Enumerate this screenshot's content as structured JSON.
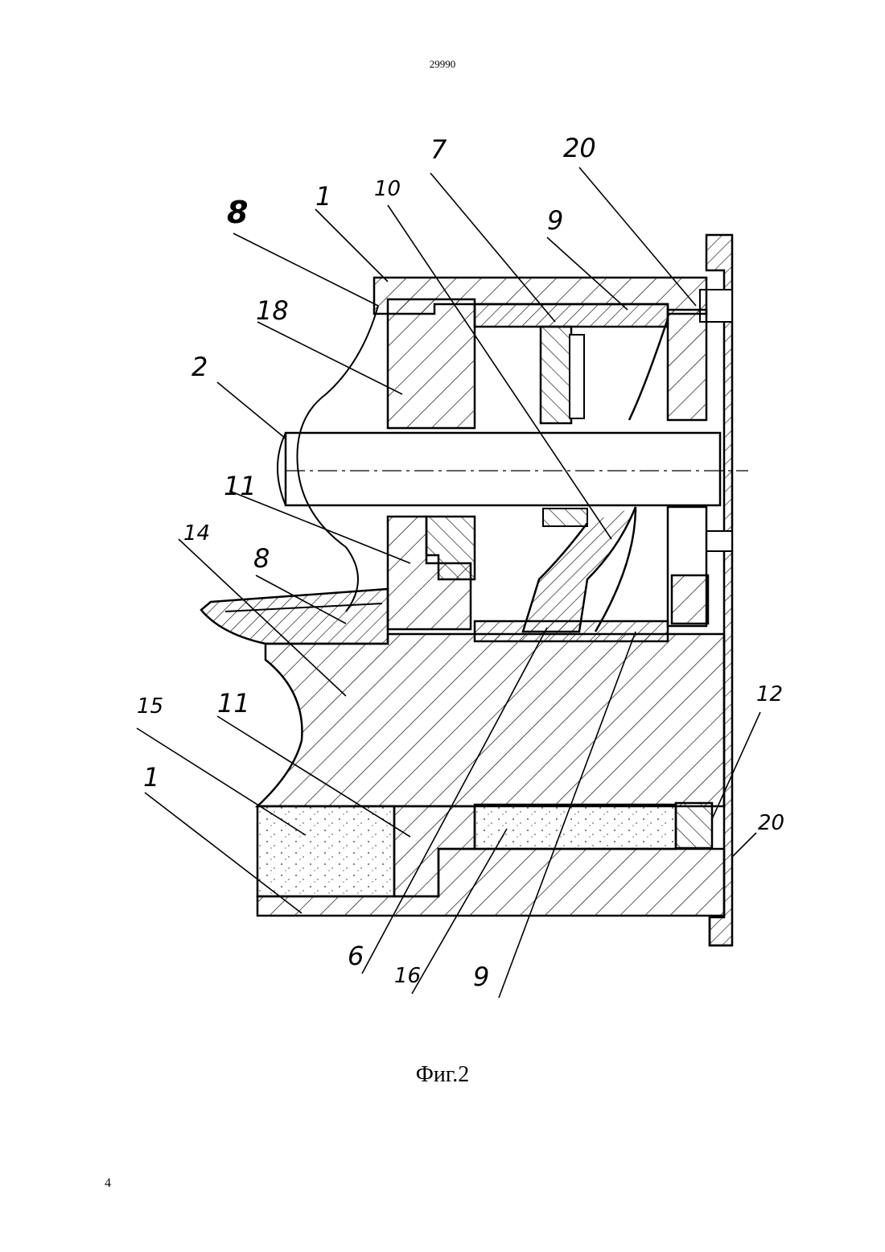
{
  "document": {
    "number": "29990",
    "page_number": "4",
    "figure_caption": "Фиг.2"
  },
  "figure": {
    "callouts": [
      {
        "id": "c8a",
        "label": "8",
        "style": "bold"
      },
      {
        "id": "c1a",
        "label": "1"
      },
      {
        "id": "c10",
        "label": "10",
        "style": "small"
      },
      {
        "id": "c7",
        "label": "7"
      },
      {
        "id": "c20a",
        "label": "20"
      },
      {
        "id": "c9a",
        "label": "9"
      },
      {
        "id": "c18",
        "label": "18"
      },
      {
        "id": "c2",
        "label": "2"
      },
      {
        "id": "c11a",
        "label": "11"
      },
      {
        "id": "c14",
        "label": "14",
        "style": "small"
      },
      {
        "id": "c8b",
        "label": "8"
      },
      {
        "id": "c15",
        "label": "15",
        "style": "small"
      },
      {
        "id": "c11b",
        "label": "11"
      },
      {
        "id": "c1b",
        "label": "1"
      },
      {
        "id": "c12",
        "label": "12",
        "style": "small"
      },
      {
        "id": "c20b",
        "label": "20",
        "style": "small"
      },
      {
        "id": "c6",
        "label": "6"
      },
      {
        "id": "c16",
        "label": "16",
        "style": "small"
      },
      {
        "id": "c9b",
        "label": "9"
      }
    ]
  }
}
